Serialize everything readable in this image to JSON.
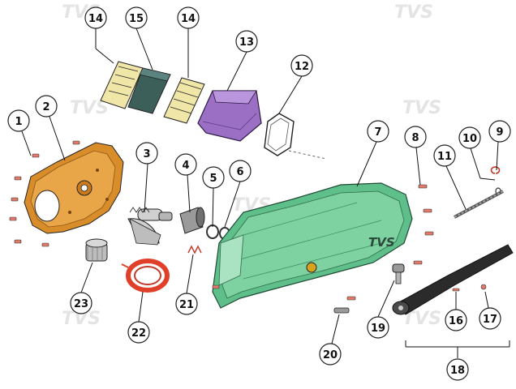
{
  "diagram": {
    "watermark_text": "TVS",
    "cover_logo_text": "TVS",
    "colors": {
      "crankcase_cover": "#5fbf8b",
      "inner_cover": "#d98c2a",
      "filter_box": "#9a6fc4",
      "filter_element": "#3d5f5a",
      "kick_spring": "#e0402a",
      "outline": "#222222"
    },
    "callouts": [
      "1",
      "2",
      "3",
      "4",
      "5",
      "6",
      "7",
      "8",
      "9",
      "10",
      "11",
      "12",
      "13",
      "14",
      "15",
      "14",
      "16",
      "17",
      "18",
      "19",
      "20",
      "21",
      "22",
      "23"
    ]
  }
}
